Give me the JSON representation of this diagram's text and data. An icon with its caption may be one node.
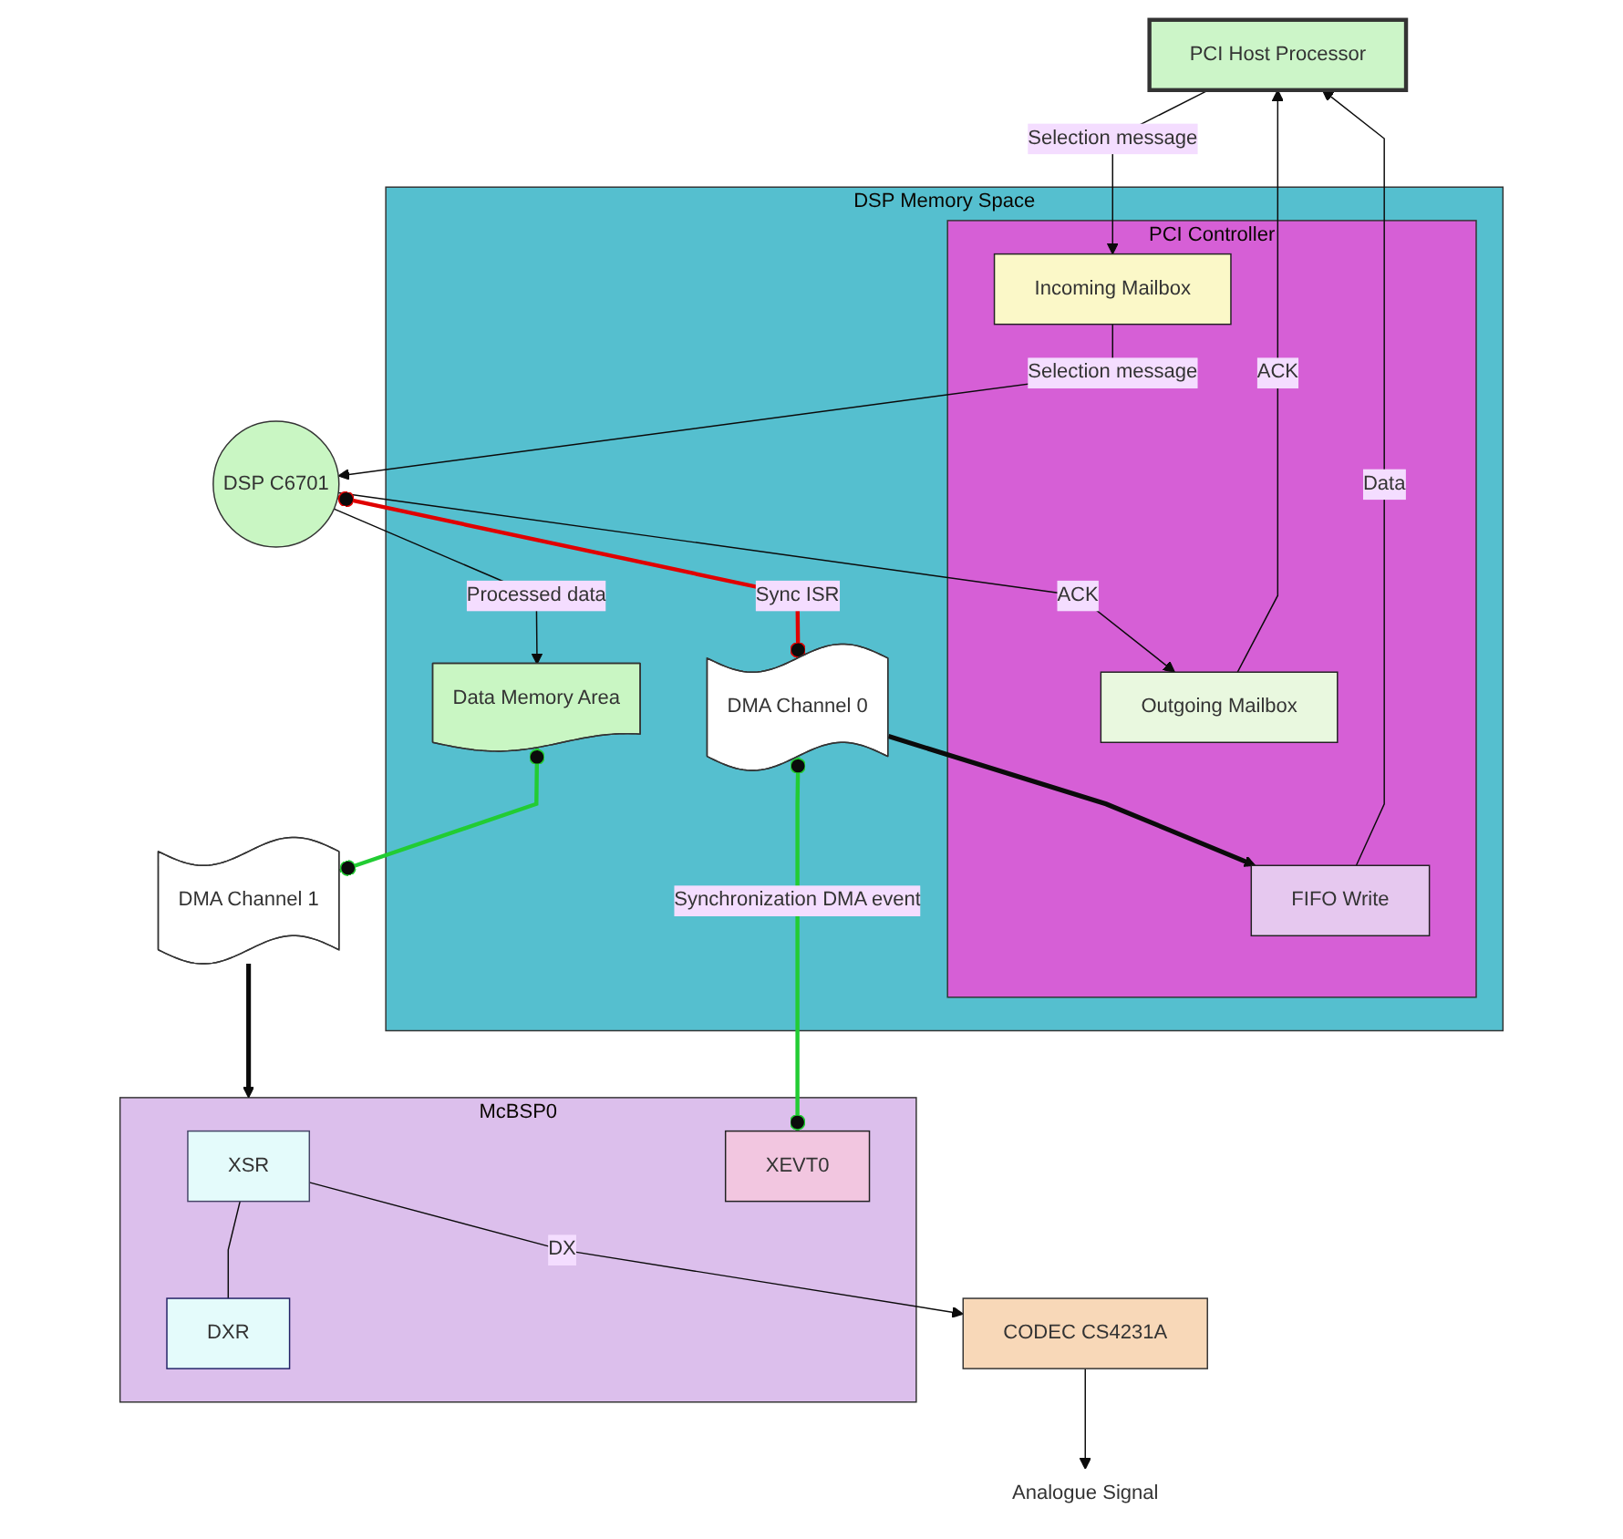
{
  "diagram": {
    "nodes": [
      {
        "text": [
          "PCI Host Processor"
        ]
      },
      {
        "text": [
          "DSP Memory Space"
        ]
      },
      {
        "text": [
          "PCI Controller"
        ],
        "in": 1
      },
      {
        "text": [
          "Incoming Mailbox"
        ],
        "in": 2
      },
      {
        "text": [
          "Outgoing Mailbox"
        ],
        "in": 2
      },
      {
        "text": [
          "FIFO Write"
        ],
        "in": 2
      },
      {
        "text": [
          "Data Memory Area"
        ],
        "in": 1
      },
      {
        "text": [
          "DMA Channel 0"
        ],
        "in": 1
      },
      {
        "text": [
          "DMA Channel 1"
        ]
      },
      {
        "text": [
          "DSP C6701"
        ]
      },
      {
        "text": [
          "McBSP0"
        ]
      },
      {
        "text": [
          "XSR"
        ],
        "in": 10
      },
      {
        "text": [
          "DXR"
        ],
        "in": 10
      },
      {
        "text": [
          "XEVT0"
        ],
        "in": 10
      },
      {
        "text": [
          "CODEC CS4231A"
        ]
      },
      {
        "text": [
          "Analogue Signal"
        ]
      }
    ],
    "edges": [
      {
        "from": 0,
        "to": 3,
        "arrow": "to",
        "label": "Selection message"
      },
      {
        "from": 4,
        "to": 0,
        "arrow": "to",
        "label": "ACK"
      },
      {
        "from": 5,
        "to": 0,
        "arrow": "to",
        "label": "Data"
      },
      {
        "from": 3,
        "to": 9,
        "arrow": "to",
        "label": "Selection message"
      },
      {
        "from": 9,
        "to": 4,
        "arrow": "to",
        "label": "ACK"
      },
      {
        "from": 9,
        "to": 6,
        "arrow": "to",
        "label": "Processed data"
      },
      {
        "from": 9,
        "to": 7,
        "arrow": "other",
        "label": "Sync ISR",
        "color": "#e00000"
      },
      {
        "from": 7,
        "to": 5,
        "arrow": "to",
        "style": "thick"
      },
      {
        "from": 7,
        "to": 13,
        "arrow": "other",
        "label": "Synchronization DMA event",
        "color": "#22cc33"
      },
      {
        "from": 6,
        "to": 8,
        "arrow": "other",
        "color": "#22cc33"
      },
      {
        "from": 8,
        "to": 10,
        "arrow": "to",
        "style": "thick"
      },
      {
        "from": 11,
        "to": 12,
        "arrow": "none"
      },
      {
        "from": 11,
        "to": 14,
        "arrow": "to",
        "label": "DX"
      },
      {
        "from": 14,
        "to": 15,
        "arrow": "to"
      }
    ]
  }
}
